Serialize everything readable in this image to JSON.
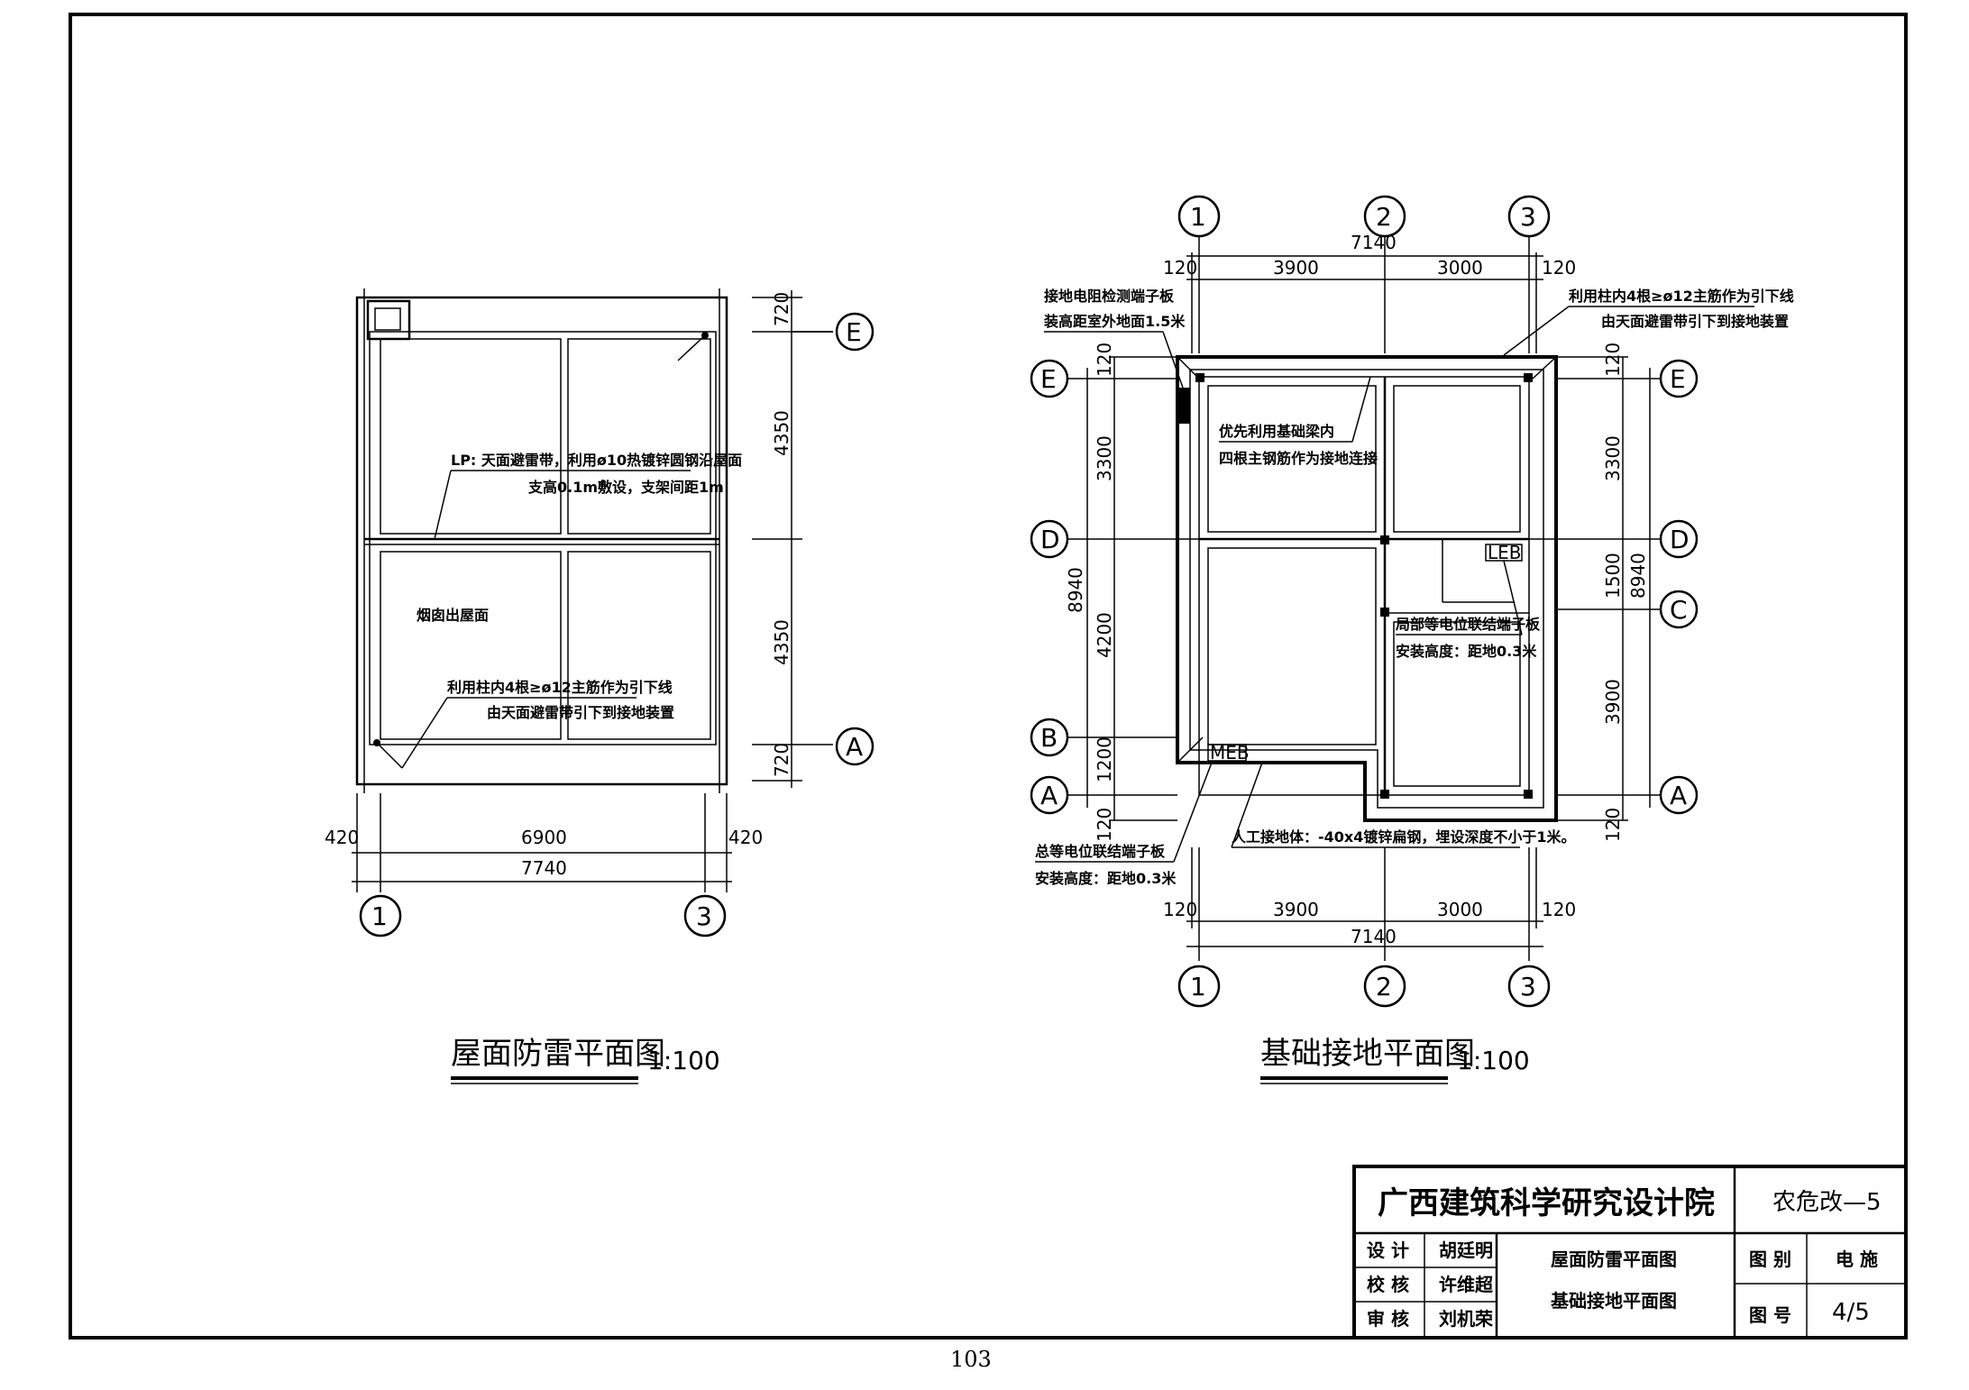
{
  "page_number": "103",
  "roof_plan": {
    "title": "屋面防雷平面图",
    "scale": "1:100",
    "note_lp": {
      "line1": "LP: 天面避雷带，利用ø10热镀锌圆钢沿屋面",
      "line2": "支高0.1m敷设，支架间距1m"
    },
    "note_chimney": "烟囱出屋面",
    "note_downlead": {
      "line1": "利用柱内4根≥ø12主筋作为引下线",
      "line2": "由天面避雷带引下到接地装置"
    },
    "dims": {
      "right": [
        "720",
        "4350",
        "4350",
        "720"
      ],
      "bottom_left": "420",
      "bottom_mid": "6900",
      "bottom_right": "420",
      "bottom_total": "7740"
    },
    "axes": {
      "top_right": "E",
      "bottom_right": "A",
      "bottom_left": "1",
      "bottom_right_col": "3"
    }
  },
  "foundation_plan": {
    "title": "基础接地平面图",
    "scale": "1:100",
    "axes_cols": [
      "1",
      "2",
      "3"
    ],
    "axes_rows_left": [
      "E",
      "D",
      "B",
      "A"
    ],
    "axes_rows_right": [
      "E",
      "D",
      "C",
      "A"
    ],
    "dims": {
      "top_total": "7140",
      "top_left": "120",
      "top_1": "3900",
      "top_2": "3000",
      "top_right": "120",
      "bottom_left": "120",
      "bottom_1": "3900",
      "bottom_2": "3000",
      "bottom_right": "120",
      "bottom_total": "7140",
      "left_top": "120",
      "left_1": "3300",
      "left_total": "8940",
      "left_2": "4200",
      "left_3": "1200",
      "left_bottom": "120",
      "right_top": "120",
      "right_1": "3300",
      "right_2": "1500",
      "right_total": "8940",
      "right_3": "3900",
      "right_bottom": "120"
    },
    "notes": {
      "test_box": {
        "line1": "接地电阻检测端子板",
        "line2": "装高距室外地面1.5米"
      },
      "downlead": {
        "line1": "利用柱内4根≥ø12主筋作为引下线",
        "line2": "由天面避雷带引下到接地装置"
      },
      "beam": {
        "line1": "优先利用基础梁内",
        "line2": "四根主钢筋作为接地连接"
      },
      "leb": {
        "line1": "局部等电位联结端子板",
        "line2": "安装高度：距地0.3米"
      },
      "meb": {
        "line1": "总等电位联结端子板",
        "line2": "安装高度：距地0.3米"
      },
      "artificial": "人工接地体：-40x4镀锌扁钢，埋设深度不小于1米。"
    },
    "tags": {
      "leb": "LEB",
      "meb": "MEB"
    }
  },
  "title_block": {
    "institute": "广西建筑科学研究设计院",
    "project": "农危改—5",
    "rows": [
      {
        "role": "设  计",
        "name": "胡廷明"
      },
      {
        "role": "校  核",
        "name": "许维超"
      },
      {
        "role": "审  核",
        "name": "刘机荣"
      }
    ],
    "drawing_name_1": "屋面防雷平面图",
    "drawing_name_2": "基础接地平面图",
    "category_label": "图 别",
    "category_value": "电 施",
    "number_label": "图 号",
    "number_value": "4/5"
  }
}
